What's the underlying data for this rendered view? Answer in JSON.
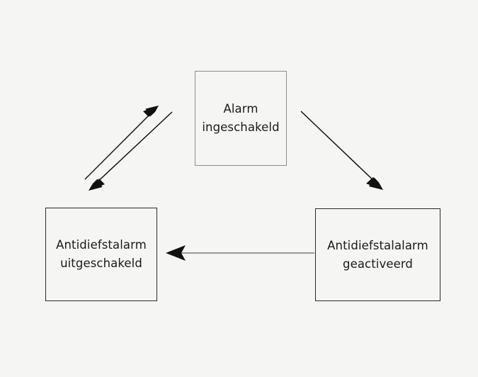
{
  "diagram": {
    "type": "state-transition-diagram",
    "background_color": "#f5f5f4",
    "nodes": [
      {
        "id": "alarm-ingeschakeld",
        "label": "Alarm\ningeschakeld",
        "text_lines": [
          "Alarm",
          "ingeschakeld"
        ],
        "border_color": "#8a8d8a",
        "text_color": "#1a1a1a"
      },
      {
        "id": "antidiefstalarm-uitgeschakeld",
        "label": "Antidiefstalarm\nuitgeschakeld",
        "text_lines": [
          "Antidiefstalarm",
          "uitgeschakeld"
        ],
        "border_color": "#2a2a2a",
        "text_color": "#1a1a1a"
      },
      {
        "id": "antidiefstalalarm-geactiveerd",
        "label": "Antidiefstalalarm\ngeactiveerd",
        "text_lines": [
          "Antidiefstalalarm",
          "geactiveerd"
        ],
        "border_color": "#2a2a2a",
        "text_color": "#1a1a1a"
      }
    ],
    "edges": [
      {
        "id": "edge-uitgeschakeld-to-ingeschakeld",
        "from": "antidiefstalarm-uitgeschakeld",
        "to": "alarm-ingeschakeld",
        "label": "",
        "direction": "up-right",
        "color": "#111111"
      },
      {
        "id": "edge-ingeschakeld-to-uitgeschakeld",
        "from": "alarm-ingeschakeld",
        "to": "antidiefstalarm-uitgeschakeld",
        "label": "",
        "direction": "down-left",
        "color": "#111111"
      },
      {
        "id": "edge-ingeschakeld-to-geactiveerd",
        "from": "alarm-ingeschakeld",
        "to": "antidiefstalalarm-geactiveerd",
        "label": "",
        "direction": "down-right",
        "color": "#111111"
      },
      {
        "id": "edge-geactiveerd-to-uitgeschakeld",
        "from": "antidiefstalalarm-geactiveerd",
        "to": "antidiefstalarm-uitgeschakeld",
        "label": "",
        "direction": "left",
        "color": "#8a8a8a",
        "arrowhead_color": "#111111"
      }
    ]
  }
}
